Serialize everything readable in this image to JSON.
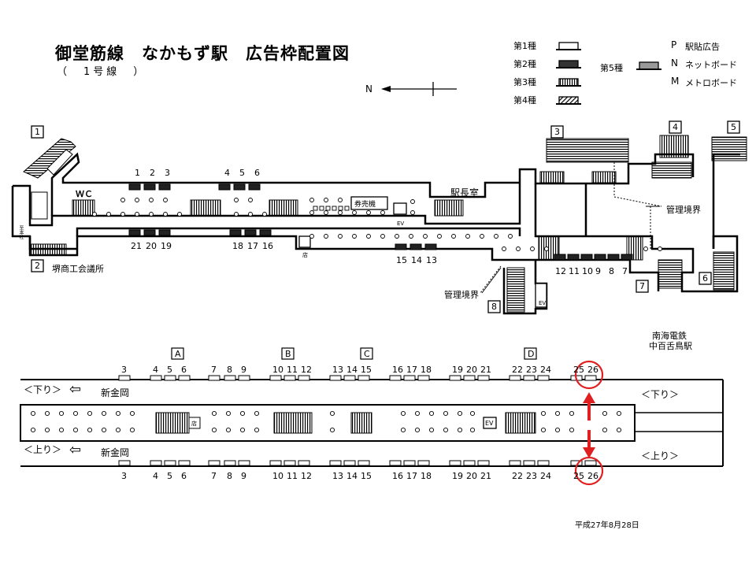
{
  "header": {
    "title": "御堂筋線　なかもず駅　広告枠配置図",
    "subtitle": "（　1号線　）"
  },
  "legend": {
    "type1": "第1種",
    "type2": "第2種",
    "type3": "第3種",
    "type4": "第4種",
    "type5": "第5種",
    "p_label": "P",
    "p_text": "駅貼広告",
    "n_label": "N",
    "n_text": "ネットボード",
    "m_label": "M",
    "m_text": "メトロボード"
  },
  "compass": {
    "north": "N"
  },
  "concourse": {
    "exits": [
      "1",
      "2",
      "3",
      "4",
      "5",
      "6",
      "7",
      "8"
    ],
    "exit2_label": "堺商工会議所",
    "wc": "ＷＣ",
    "ticket_machine": "券売機",
    "station_office": "駅長室",
    "ev": "EV",
    "shop": "店",
    "boundary_label": "管理境界",
    "upper_row1": [
      "1",
      "2",
      "3"
    ],
    "upper_row2": [
      "4",
      "5",
      "6"
    ],
    "lower_row1": [
      "21",
      "20",
      "19"
    ],
    "lower_row2": [
      "18",
      "17",
      "16"
    ],
    "lower_row3": [
      "15",
      "14",
      "13"
    ],
    "right_row": [
      "12",
      "11",
      "10",
      "9",
      "8",
      "7"
    ],
    "side_label": "至本社"
  },
  "connection": {
    "line1": "南海電鉄",
    "line2": "中百舌鳥駅"
  },
  "platform": {
    "sections": [
      "A",
      "B",
      "C",
      "D"
    ],
    "numbers": [
      "3",
      "4",
      "5",
      "6",
      "7",
      "8",
      "9",
      "10",
      "11",
      "12",
      "13",
      "14",
      "15",
      "16",
      "17",
      "18",
      "19",
      "20",
      "21",
      "22",
      "23",
      "24",
      "25",
      "26"
    ],
    "down_label": "＜下り＞",
    "up_label": "＜上り＞",
    "direction_arrow": "⇦",
    "destination": "新金岡",
    "shop": "店",
    "ev": "EV"
  },
  "footer": {
    "date": "平成27年8月28日"
  },
  "colors": {
    "highlight": "#e02020",
    "ink": "#000000"
  }
}
